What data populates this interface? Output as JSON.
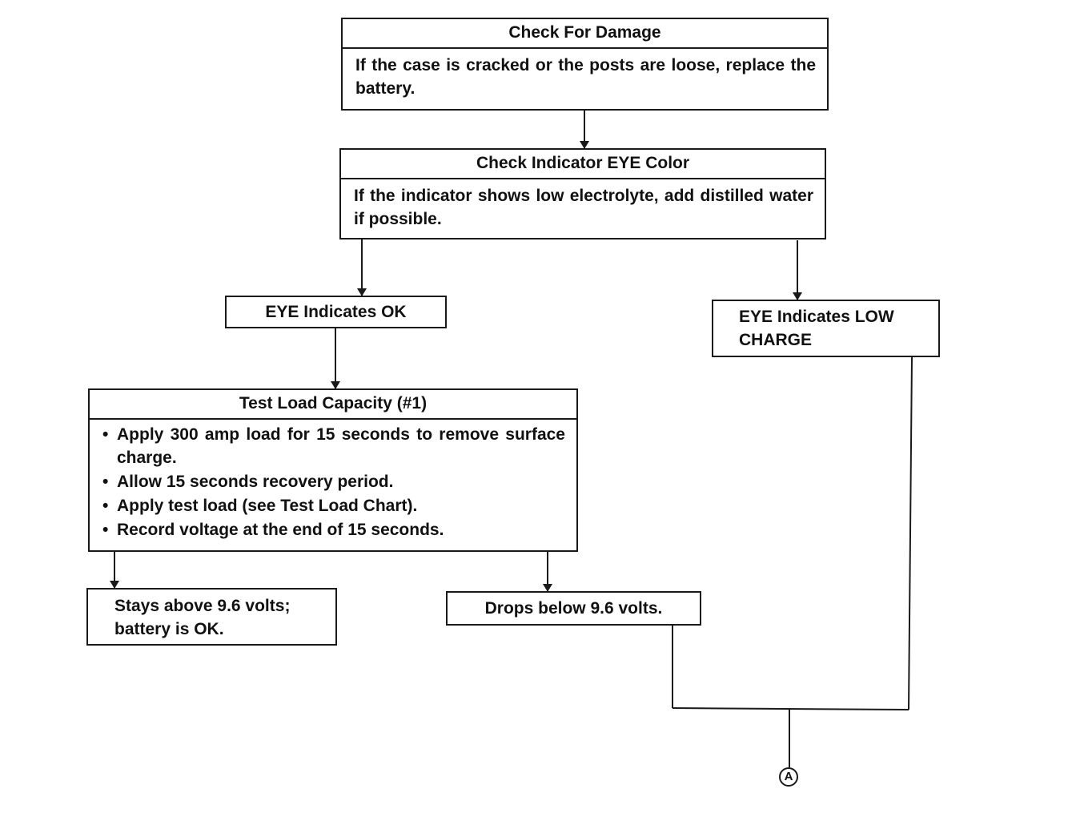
{
  "flowchart": {
    "check_damage": {
      "title": "Check For Damage",
      "body": "If the case is cracked or the posts are loose, replace the battery."
    },
    "check_eye": {
      "title": "Check Indicator EYE Color",
      "body": "If the indicator shows low electrolyte, add distilled water if possible."
    },
    "eye_ok": {
      "label": "EYE Indicates OK"
    },
    "eye_low": {
      "label": "EYE Indicates LOW CHARGE"
    },
    "test_load": {
      "title": "Test Load Capacity (#1)",
      "bullet_char": "•",
      "items": [
        "Apply 300 amp load for 15 seconds to remove surface charge.",
        "Allow 15 seconds recovery period.",
        "Apply test load (see Test Load Chart).",
        "Record voltage at the end of 15 seconds."
      ]
    },
    "stays_above": {
      "label": "Stays above 9.6 volts; battery is OK."
    },
    "drops_below": {
      "label": "Drops below 9.6 volts."
    },
    "connector": {
      "label": "A"
    }
  }
}
